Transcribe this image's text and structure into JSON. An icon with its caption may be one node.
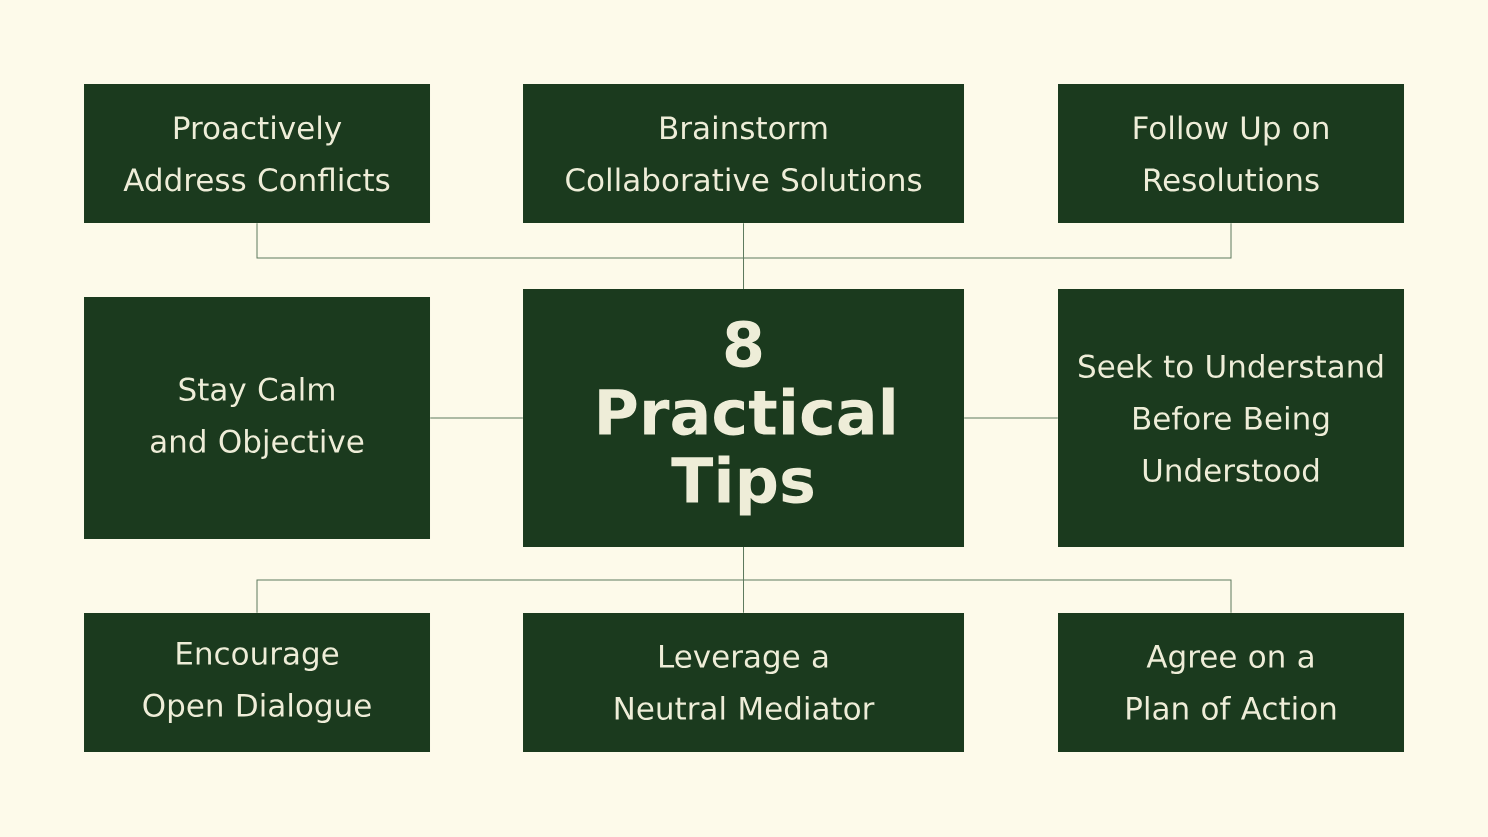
{
  "diagram": {
    "nodes": [
      {
        "text": [
          "Proactively Address Conflicts"
        ]
      },
      {
        "text": [
          "Brainstorm Collaborative Solutions"
        ]
      },
      {
        "text": [
          "Follow Up on Resolutions"
        ]
      },
      {
        "text": [
          "Stay Calm and Objective"
        ]
      },
      {
        "text": [
          "8 Practical Tips"
        ]
      },
      {
        "text": [
          "Seek to Understand Before Being Understood"
        ]
      },
      {
        "text": [
          "Encourage Open Dialogue"
        ]
      },
      {
        "text": [
          "Leverage a Neutral Mediator"
        ]
      },
      {
        "text": [
          "Agree on a Plan of Action"
        ]
      }
    ],
    "edges": [
      {
        "from": 4,
        "to": 0,
        "arrow": "none"
      },
      {
        "from": 4,
        "to": 1,
        "arrow": "none"
      },
      {
        "from": 4,
        "to": 2,
        "arrow": "none"
      },
      {
        "from": 4,
        "to": 3,
        "arrow": "none"
      },
      {
        "from": 4,
        "to": 5,
        "arrow": "none"
      },
      {
        "from": 4,
        "to": 6,
        "arrow": "none"
      },
      {
        "from": 4,
        "to": 7,
        "arrow": "none"
      },
      {
        "from": 4,
        "to": 8,
        "arrow": "none"
      }
    ]
  }
}
